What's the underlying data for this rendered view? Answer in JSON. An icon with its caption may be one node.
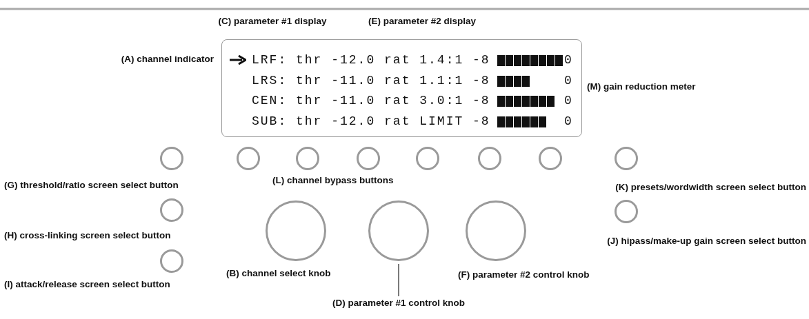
{
  "diagram": {
    "nodes": [
      {
        "text": [
          "LRF: thr -12.0 rat 1.4:1 -8",
          "0",
          "LRS: thr -11.0 rat 1.1:1 -8",
          "0",
          "CEN: thr -11.0 rat 3.0:1 -8",
          "0",
          "SUB: thr -12.0 rat LIMIT -8",
          "0"
        ]
      },
      {
        "text": [],
        "shape": "circle"
      },
      {
        "text": [],
        "shape": "circle"
      },
      {
        "text": [],
        "shape": "circle"
      },
      {
        "text": [],
        "shape": "circle"
      },
      {
        "text": [],
        "shape": "circle"
      },
      {
        "text": [],
        "shape": "circle"
      },
      {
        "text": [],
        "shape": "circle"
      },
      {
        "text": [],
        "shape": "circle"
      },
      {
        "text": [],
        "shape": "circle"
      },
      {
        "text": [],
        "shape": "circle"
      },
      {
        "text": [],
        "shape": "circle"
      },
      {
        "text": [],
        "shape": "circle"
      },
      {
        "text": [],
        "shape": "circle"
      },
      {
        "text": [],
        "shape": "circle"
      },
      {
        "text": [
          "(D) parameter #1 control knob"
        ]
      }
    ],
    "edges": [
      {
        "from": 15,
        "to": 13,
        "arrow": "none"
      }
    ],
    "labels": [
      "(C) parameter #1 display",
      "(E) parameter #2 display",
      "(A) channel indicator",
      "(M) gain reduction meter",
      "(G) threshold/ratio screen select button",
      "(L) channel bypass buttons",
      "(K) presets/wordwidth screen select button",
      "(H) cross-linking screen select button",
      "(J) hipass/make-up gain screen select button",
      "(B) channel select knob",
      "(F) parameter #2 control knob",
      "(I) attack/release screen select button"
    ]
  }
}
